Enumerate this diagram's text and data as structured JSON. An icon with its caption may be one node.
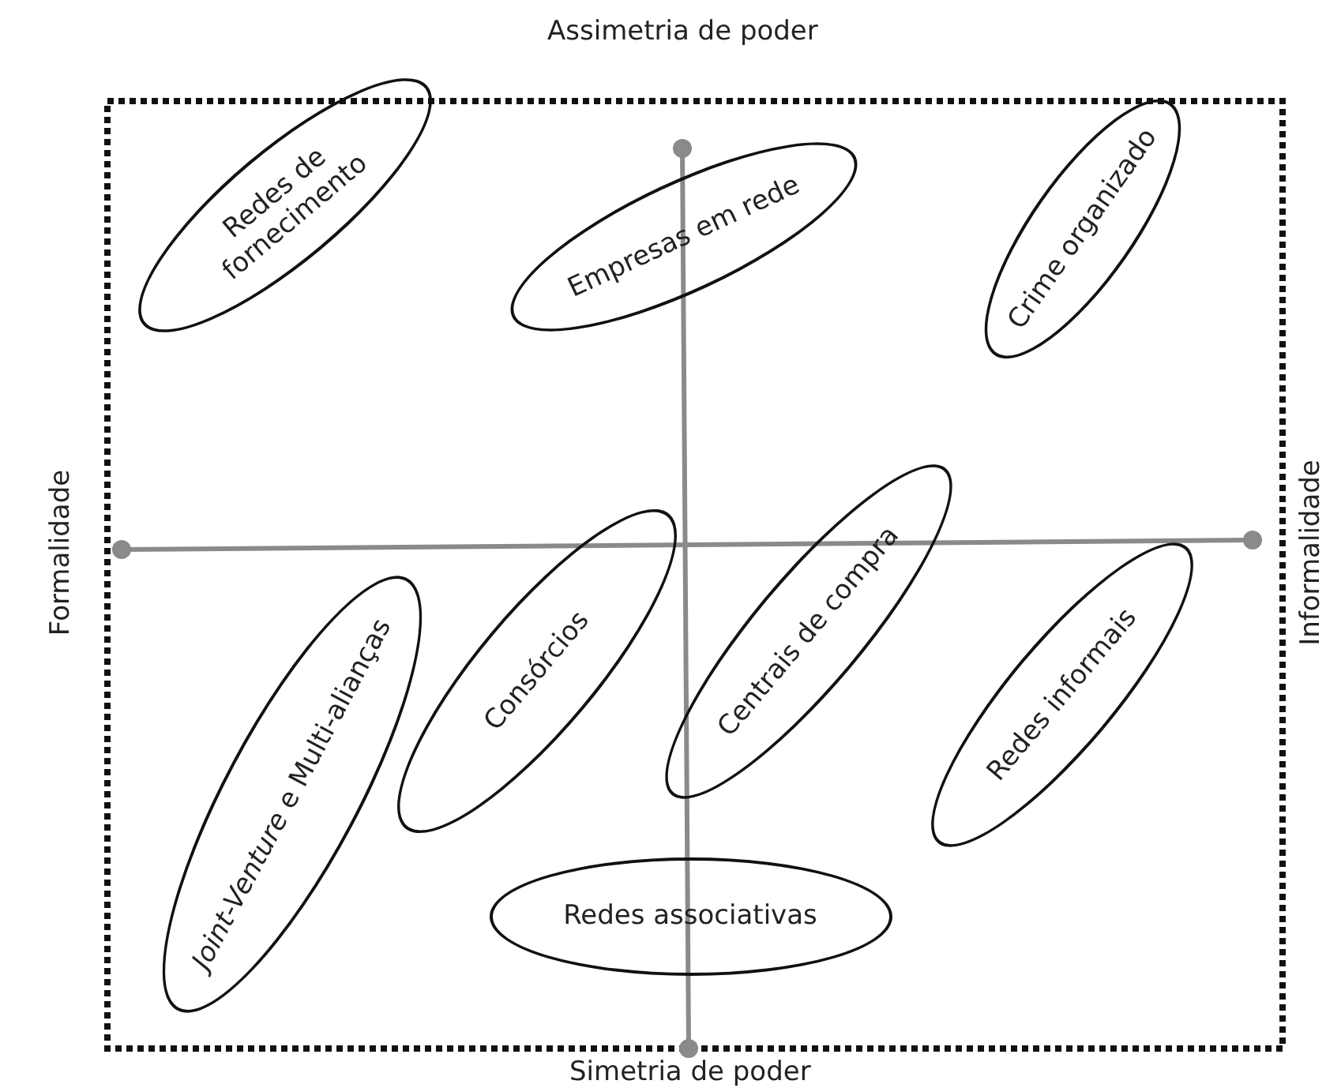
{
  "diagram": {
    "nodes": [
      {
        "text": [
          "Redes de fornecimento"
        ]
      },
      {
        "text": [
          "Empresas em rede"
        ]
      },
      {
        "text": [
          "Crime organizado"
        ]
      },
      {
        "text": [
          "*Joint-Venture* e Multi-alianças"
        ]
      },
      {
        "text": [
          "Consórcios"
        ]
      },
      {
        "text": [
          "Centrais de compra"
        ]
      },
      {
        "text": [
          "Redes informais"
        ]
      },
      {
        "text": [
          "Redes associativas"
        ]
      }
    ],
    "labels": [
      "Assimetria de poder",
      "Formalidade",
      "Informalidade",
      "Simetria de poder"
    ]
  }
}
